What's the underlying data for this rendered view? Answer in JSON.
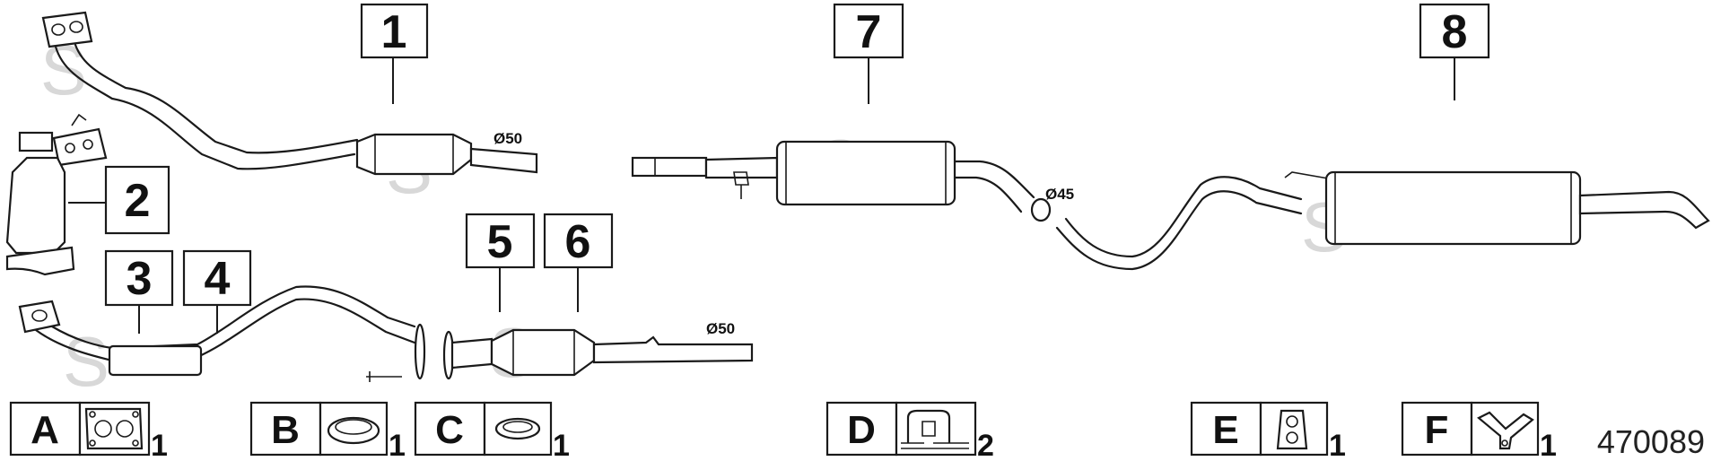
{
  "callouts": {
    "c1": "1",
    "c2": "2",
    "c3": "3",
    "c4": "4",
    "c5": "5",
    "c6": "6",
    "c7": "7",
    "c8": "8"
  },
  "diameters": {
    "d1": "Ø50",
    "d2": "Ø50",
    "d3": "Ø45"
  },
  "accessories": {
    "a": {
      "letter": "A",
      "qty": "1",
      "icon": "manifold-gasket-icon"
    },
    "b": {
      "letter": "B",
      "qty": "1",
      "icon": "ring-gasket-icon"
    },
    "c": {
      "letter": "C",
      "qty": "1",
      "icon": "ring-gasket-icon"
    },
    "d": {
      "letter": "D",
      "qty": "2",
      "icon": "clamp-icon"
    },
    "e": {
      "letter": "E",
      "qty": "1",
      "icon": "rubber-hanger-icon"
    },
    "f": {
      "letter": "F",
      "qty": "1",
      "icon": "bracket-icon"
    }
  },
  "reference_number": "470089",
  "watermark": "S"
}
